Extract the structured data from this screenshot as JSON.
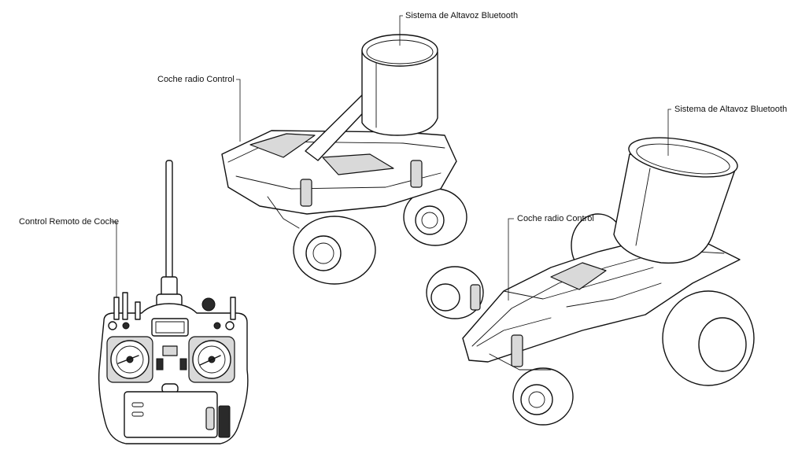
{
  "labels": {
    "speaker_top": "Sistema de Altavoz Bluetooth",
    "car_top": "Coche radio Control",
    "speaker_right": "Sistema de Altavoz Bluetooth",
    "car_right": "Coche radio Control",
    "remote": "Control Remoto de Coche"
  },
  "colors": {
    "ink": "#111111",
    "background": "#ffffff",
    "shade": "#d9d9d9"
  }
}
